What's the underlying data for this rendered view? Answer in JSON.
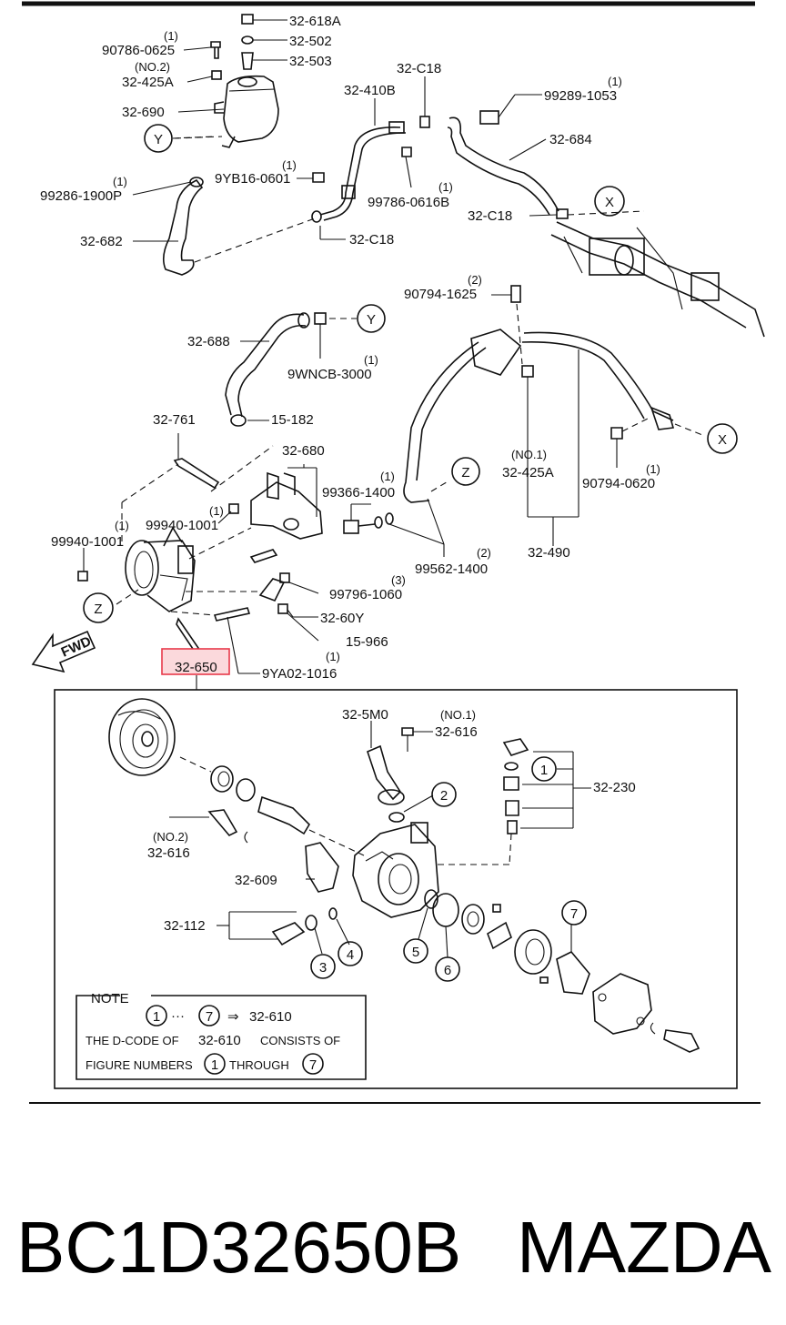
{
  "labels": [
    {
      "id": "l1",
      "text": "32-618A"
    },
    {
      "id": "l2",
      "text": "32-502"
    },
    {
      "id": "l3",
      "text": "32-503"
    },
    {
      "id": "l4",
      "text": "(1)"
    },
    {
      "id": "l5",
      "text": "90786-0625"
    },
    {
      "id": "l6",
      "text": "(NO.2)"
    },
    {
      "id": "l7",
      "text": "32-425A"
    },
    {
      "id": "l8",
      "text": "32-690"
    },
    {
      "id": "l9",
      "text": "(1)"
    },
    {
      "id": "l10",
      "text": "9YB16-0601"
    },
    {
      "id": "l11",
      "text": "(1)"
    },
    {
      "id": "l12",
      "text": "99286-1900P"
    },
    {
      "id": "l13",
      "text": "32-682"
    },
    {
      "id": "l14",
      "text": "32-410B"
    },
    {
      "id": "l15",
      "text": "32-C18"
    },
    {
      "id": "l16",
      "text": "(1)"
    },
    {
      "id": "l17",
      "text": "99289-1053"
    },
    {
      "id": "l18",
      "text": "32-684"
    },
    {
      "id": "l19",
      "text": "(1)"
    },
    {
      "id": "l20",
      "text": "99786-0616B"
    },
    {
      "id": "l21",
      "text": "32-C18"
    },
    {
      "id": "l22",
      "text": "32-C18"
    },
    {
      "id": "l23",
      "text": "(2)"
    },
    {
      "id": "l24",
      "text": "90794-1625"
    },
    {
      "id": "l25",
      "text": "32-688"
    },
    {
      "id": "l26",
      "text": "(1)"
    },
    {
      "id": "l27",
      "text": "9WNCB-3000"
    },
    {
      "id": "l28",
      "text": "32-761"
    },
    {
      "id": "l29",
      "text": "15-182"
    },
    {
      "id": "l30",
      "text": "32-680"
    },
    {
      "id": "l31",
      "text": "(NO.1)"
    },
    {
      "id": "l32",
      "text": "32-425A"
    },
    {
      "id": "l33",
      "text": "(1)"
    },
    {
      "id": "l34",
      "text": "90794-0620"
    },
    {
      "id": "l35",
      "text": "(1)"
    },
    {
      "id": "l36",
      "text": "99366-1400"
    },
    {
      "id": "l37",
      "text": "(1)"
    },
    {
      "id": "l38",
      "text": "99940-1001"
    },
    {
      "id": "l39",
      "text": "(1)"
    },
    {
      "id": "l40",
      "text": "99940-1001"
    },
    {
      "id": "l41",
      "text": "(2)"
    },
    {
      "id": "l42",
      "text": "99562-1400"
    },
    {
      "id": "l43",
      "text": "32-490"
    },
    {
      "id": "l44",
      "text": "(3)"
    },
    {
      "id": "l45",
      "text": "99796-1060"
    },
    {
      "id": "l46",
      "text": "32-60Y"
    },
    {
      "id": "l47",
      "text": "15-966"
    },
    {
      "id": "l48",
      "text": "(1)"
    },
    {
      "id": "l49",
      "text": "9YA02-1016"
    },
    {
      "id": "l50",
      "text": "32-650"
    },
    {
      "id": "l51",
      "text": "32-5M0"
    },
    {
      "id": "l52",
      "text": "(NO.1)"
    },
    {
      "id": "l53",
      "text": "32-616"
    },
    {
      "id": "l54",
      "text": "32-230"
    },
    {
      "id": "l55",
      "text": "(NO.2)"
    },
    {
      "id": "l56",
      "text": "32-616"
    },
    {
      "id": "l57",
      "text": "32-609"
    },
    {
      "id": "l58",
      "text": "32-112"
    }
  ],
  "circle_refs": [
    {
      "id": "cY1",
      "text": "Y"
    },
    {
      "id": "cY2",
      "text": "Y"
    },
    {
      "id": "cX1",
      "text": "X"
    },
    {
      "id": "cX2",
      "text": "X"
    },
    {
      "id": "cZ1",
      "text": "Z"
    },
    {
      "id": "cZ2",
      "text": "Z"
    },
    {
      "id": "c1",
      "text": "1"
    },
    {
      "id": "c2",
      "text": "2"
    },
    {
      "id": "c3",
      "text": "3"
    },
    {
      "id": "c4",
      "text": "4"
    },
    {
      "id": "c5",
      "text": "5"
    },
    {
      "id": "c6",
      "text": "6"
    },
    {
      "id": "c7",
      "text": "7"
    }
  ],
  "fwd_label": "FWD",
  "note": {
    "title": "NOTE",
    "range_from": "1",
    "range_dots": "···",
    "range_to": "7",
    "arrow": "⇒",
    "range_part": "32-610",
    "line2_a": "THE D-CODE OF",
    "line2_b": "32-610",
    "line2_c": "CONSISTS OF",
    "line3_a": "FIGURE NUMBERS",
    "line3_b": "1",
    "line3_c": "THROUGH",
    "line3_d": "7"
  },
  "highlight_color": "#e8394a",
  "part_number": "BC1D32650B",
  "brand": "MAZDA"
}
